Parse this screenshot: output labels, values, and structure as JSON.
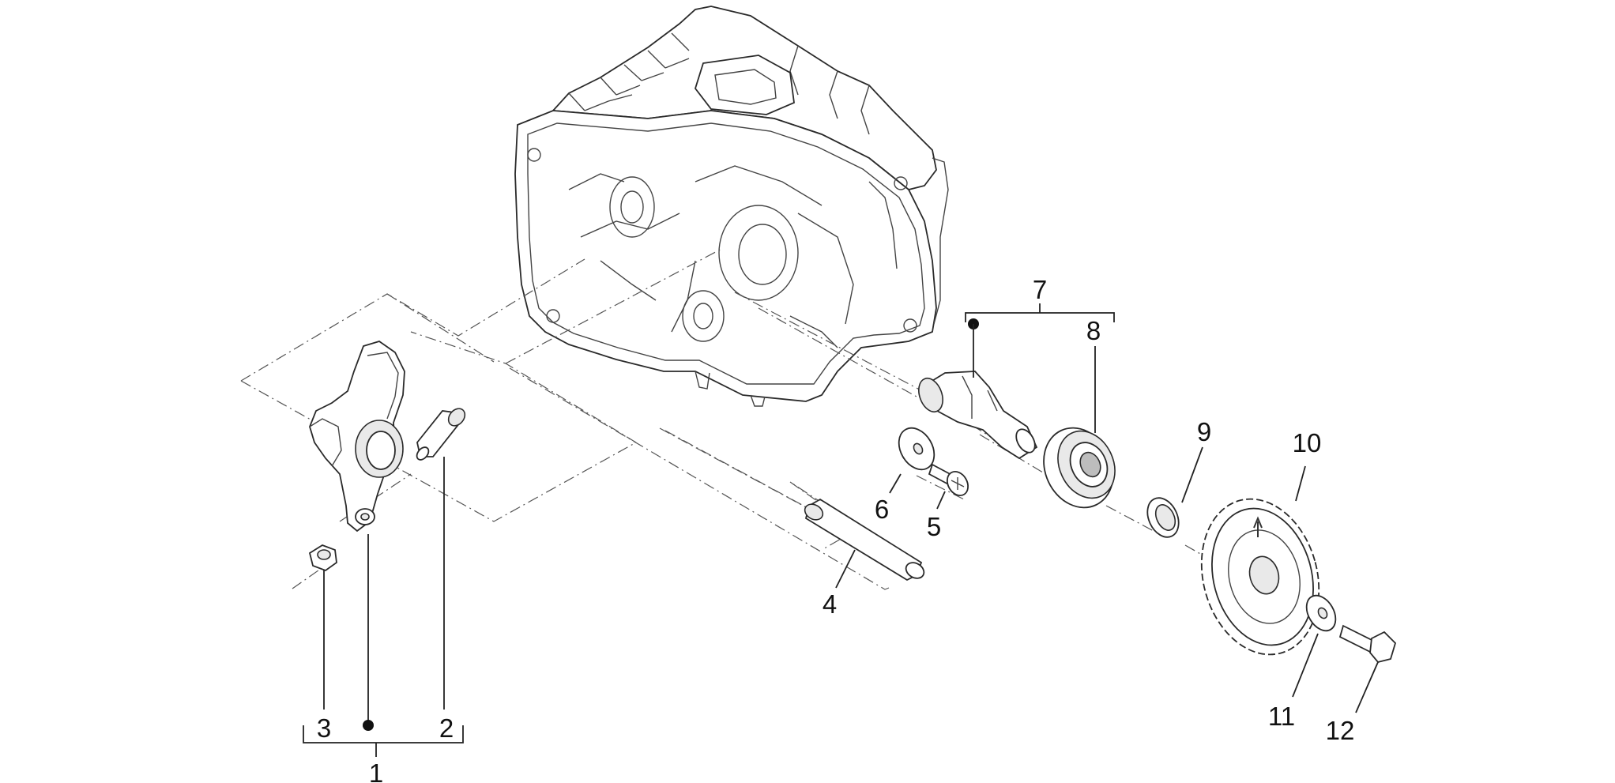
{
  "parts": [
    {
      "ref": "1",
      "label": "1"
    },
    {
      "ref": "2",
      "label": "2"
    },
    {
      "ref": "3",
      "label": "3"
    },
    {
      "ref": "4",
      "label": "4"
    },
    {
      "ref": "5",
      "label": "5"
    },
    {
      "ref": "6",
      "label": "6"
    },
    {
      "ref": "7",
      "label": "7"
    },
    {
      "ref": "8",
      "label": "8"
    },
    {
      "ref": "9",
      "label": "9"
    },
    {
      "ref": "10",
      "label": "10"
    },
    {
      "ref": "11",
      "label": "11"
    },
    {
      "ref": "12",
      "label": "12"
    }
  ],
  "colors": {
    "line": "#333333",
    "background": "#ffffff"
  }
}
